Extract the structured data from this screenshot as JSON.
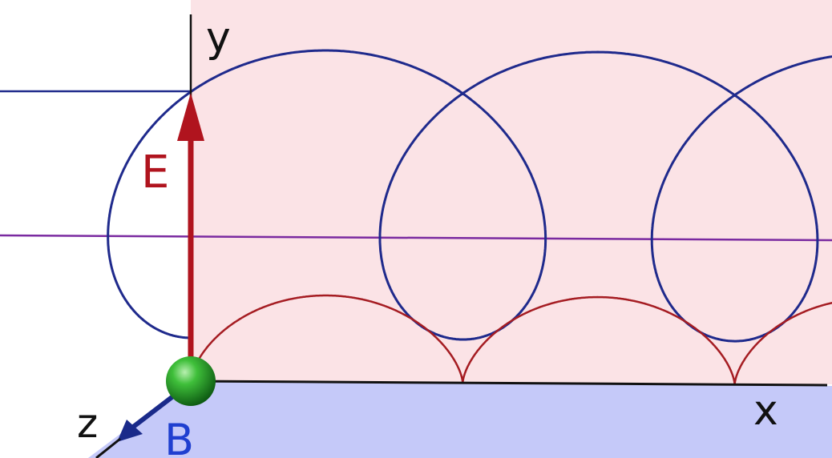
{
  "labels": {
    "y_axis": "y",
    "x_axis": "x",
    "z_axis": "z",
    "e_field": "E",
    "b_field": "B"
  },
  "colors": {
    "upper_plane": "#fbe3e6",
    "lower_plane": "#c5c9f9",
    "axis": "#111111",
    "e_vector": "#b0141e",
    "b_vector": "#1a2a8a",
    "blue_trajectory": "#1f2a8c",
    "red_trajectory": "#a51c22",
    "purple_line": "#7a2aa0",
    "charge": "#1fa01f",
    "e_label": "#b0141e",
    "b_label": "#1f3fd0"
  },
  "icons": {
    "charge": "green-sphere",
    "e_arrow": "red-arrow-up",
    "b_arrow": "blue-arrow-out-of-page"
  }
}
